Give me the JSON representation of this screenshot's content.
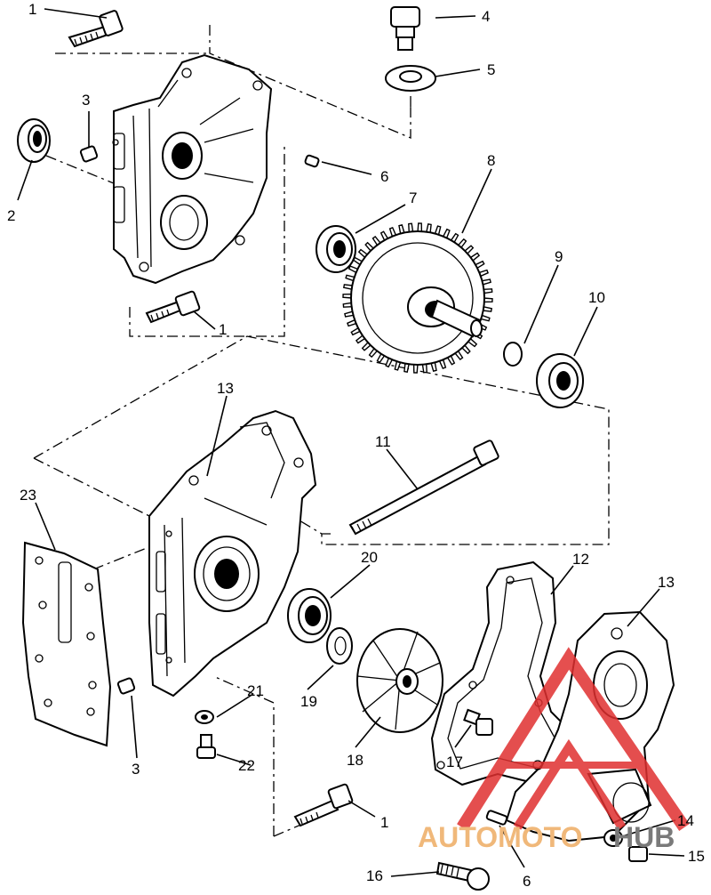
{
  "callouts": {
    "c1a": "1",
    "c1b": "1",
    "c1c": "1",
    "c2": "2",
    "c3a": "3",
    "c3b": "3",
    "c4": "4",
    "c5": "5",
    "c6a": "6",
    "c6b": "6",
    "c7": "7",
    "c8": "8",
    "c9": "9",
    "c10": "10",
    "c11": "11",
    "c12": "12",
    "c13a": "13",
    "c13b": "13",
    "c14": "14",
    "c15": "15",
    "c16": "16",
    "c17": "17",
    "c18": "18",
    "c19": "19",
    "c20": "20",
    "c21": "21",
    "c22": "22",
    "c23": "23"
  },
  "watermark": {
    "text_left": "AUTOMOTO",
    "text_right": "HUB",
    "color_left": "#f0b87a",
    "color_right": "#7a7a7a",
    "logo_color": "#e03030"
  }
}
